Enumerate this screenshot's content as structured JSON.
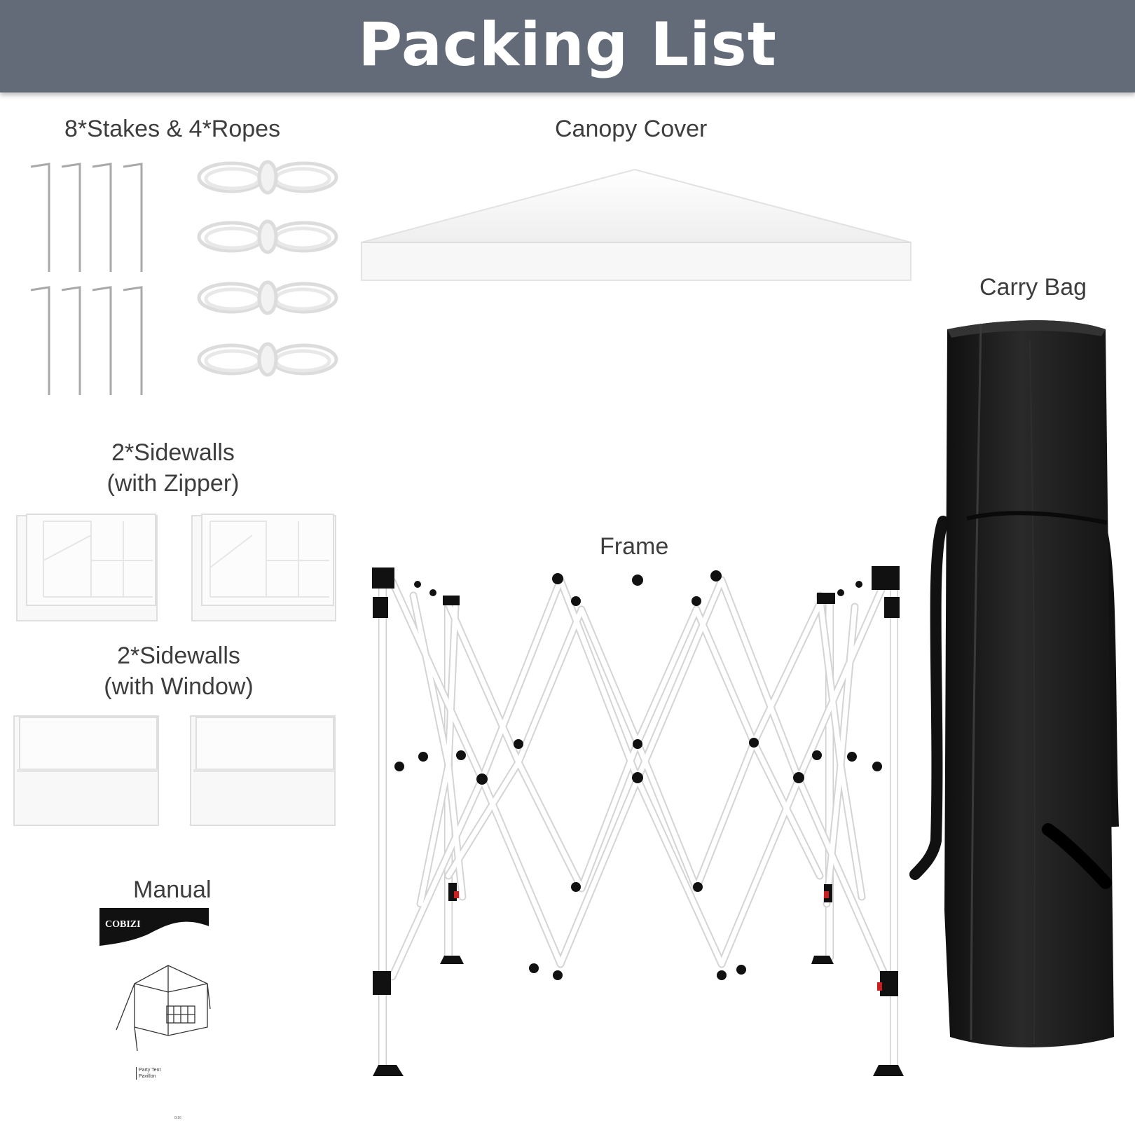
{
  "header": {
    "title": "Packing List"
  },
  "items": {
    "stakes_ropes": "8*Stakes & 4*Ropes",
    "canopy": "Canopy Cover",
    "carry_bag": "Carry Bag",
    "sidewalls_zipper": [
      "2*Sidewalls",
      "(with Zipper)"
    ],
    "frame": "Frame",
    "sidewalls_window": [
      "2*Sidewalls",
      "(with Window)"
    ],
    "manual": "Manual"
  },
  "manual_cover": {
    "brand": "COBIZI",
    "caption": [
      "Party Tent",
      "Pavillon"
    ],
    "page": "0/16"
  },
  "colors": {
    "header_bg": "#636a78",
    "header_text": "#ffffff",
    "bag": "#1c1c1c"
  }
}
